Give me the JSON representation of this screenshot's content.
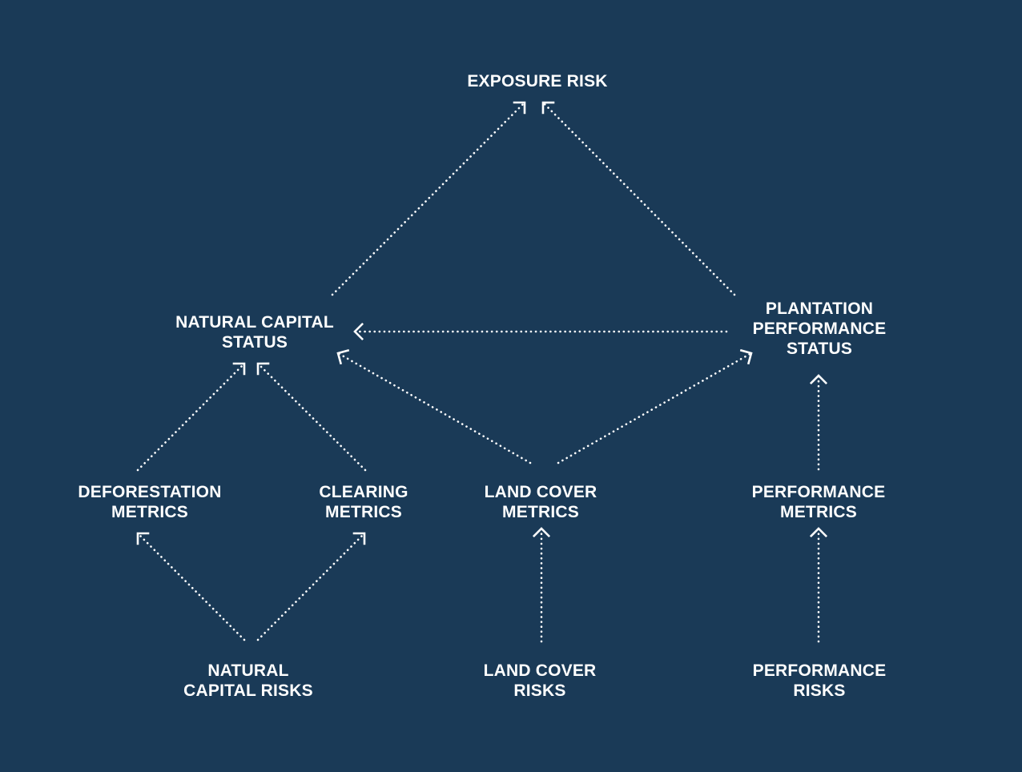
{
  "theme": {
    "background": "#1a3a57",
    "foreground": "#ffffff"
  },
  "nodes": {
    "exposure_risk": [
      "EXPOSURE RISK"
    ],
    "natural_capital_status": [
      "NATURAL CAPITAL",
      "STATUS"
    ],
    "plantation_performance_status": [
      "PLANTATION",
      "PERFORMANCE",
      "STATUS"
    ],
    "deforestation_metrics": [
      "DEFORESTATION",
      "METRICS"
    ],
    "clearing_metrics": [
      "CLEARING",
      "METRICS"
    ],
    "land_cover_metrics": [
      "LAND COVER",
      "METRICS"
    ],
    "performance_metrics": [
      "PERFORMANCE",
      "METRICS"
    ],
    "natural_capital_risks": [
      "NATURAL",
      "CAPITAL RISKS"
    ],
    "land_cover_risks": [
      "LAND COVER",
      "RISKS"
    ],
    "performance_risks": [
      "PERFORMANCE",
      "RISKS"
    ]
  },
  "edges": [
    {
      "from": "natural_capital_status",
      "to": "exposure_risk"
    },
    {
      "from": "plantation_performance_status",
      "to": "exposure_risk"
    },
    {
      "from": "plantation_performance_status",
      "to": "natural_capital_status"
    },
    {
      "from": "deforestation_metrics",
      "to": "natural_capital_status"
    },
    {
      "from": "clearing_metrics",
      "to": "natural_capital_status"
    },
    {
      "from": "land_cover_metrics",
      "to": "natural_capital_status"
    },
    {
      "from": "land_cover_metrics",
      "to": "plantation_performance_status"
    },
    {
      "from": "performance_metrics",
      "to": "plantation_performance_status"
    },
    {
      "from": "natural_capital_risks",
      "to": "deforestation_metrics"
    },
    {
      "from": "natural_capital_risks",
      "to": "clearing_metrics"
    },
    {
      "from": "land_cover_risks",
      "to": "land_cover_metrics"
    },
    {
      "from": "performance_risks",
      "to": "performance_metrics"
    }
  ]
}
